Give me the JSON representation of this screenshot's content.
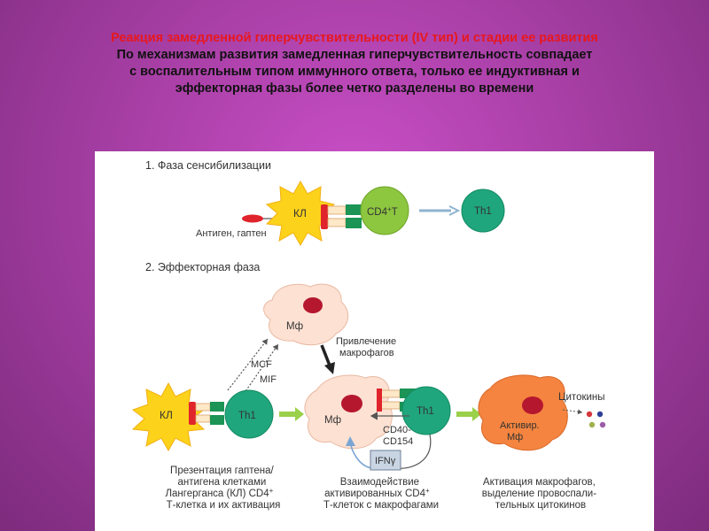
{
  "header": {
    "title": "Реакция замедленной гиперчувствительности (IV тип) и стадии ее развития",
    "subtitle_lines": [
      "По механизмам развития замедленная гиперчувствительность совпадает",
      "с воспалительным типом иммунного ответа, только ее индуктивная и",
      "эффекторная фазы более четко разделены во времени"
    ]
  },
  "diagram": {
    "phase1": {
      "title": "1. Фаза сенсибилизации",
      "antigen_label": "Антиген, гаптен",
      "kl": "КЛ",
      "cd4t": "CD4",
      "cd4t_sup": "+",
      "cd4t_suffix": "T",
      "th1": "Th1"
    },
    "phase2": {
      "title": "2. Эффекторная фаза",
      "mf_top": "Мф",
      "attraction": [
        "Привлечение",
        "макрофагов"
      ],
      "mcf": "MCF",
      "mif": "MIF",
      "kl": "КЛ",
      "th1_left": "Th1",
      "mf_center": "Мф",
      "th1_center": "Th1",
      "cd40": [
        "CD40-",
        "CD154"
      ],
      "ifn": "IFNγ",
      "active_mf": [
        "Активир.",
        "Мф"
      ],
      "cytokines": "Цитокины",
      "caption_left": [
        "Презентация гаптена/",
        "антигена клетками",
        "Лангерганса (КЛ) CD4",
        "Т-клетка и их активация"
      ],
      "caption_left_sup": "+",
      "caption_mid": [
        "Взаимодействие",
        "активированных CD4",
        "Т-клеток с макрофагами"
      ],
      "caption_mid_sup": "+",
      "caption_right": [
        "Активация макрофагов,",
        "выделение провоспали-",
        "тельных цитокинов"
      ]
    },
    "colors": {
      "kl_star": "#fcd21a",
      "cd4_green": "#8dc63f",
      "th1_green": "#20a67c",
      "receptor_green": "#1b9455",
      "mf_pink": "#fde1d3",
      "mf_orange": "#f4843f",
      "nucleus": "#b5172f",
      "flow_arrow": "#9ad04a",
      "ifn_box": "#c9d5e3"
    }
  }
}
